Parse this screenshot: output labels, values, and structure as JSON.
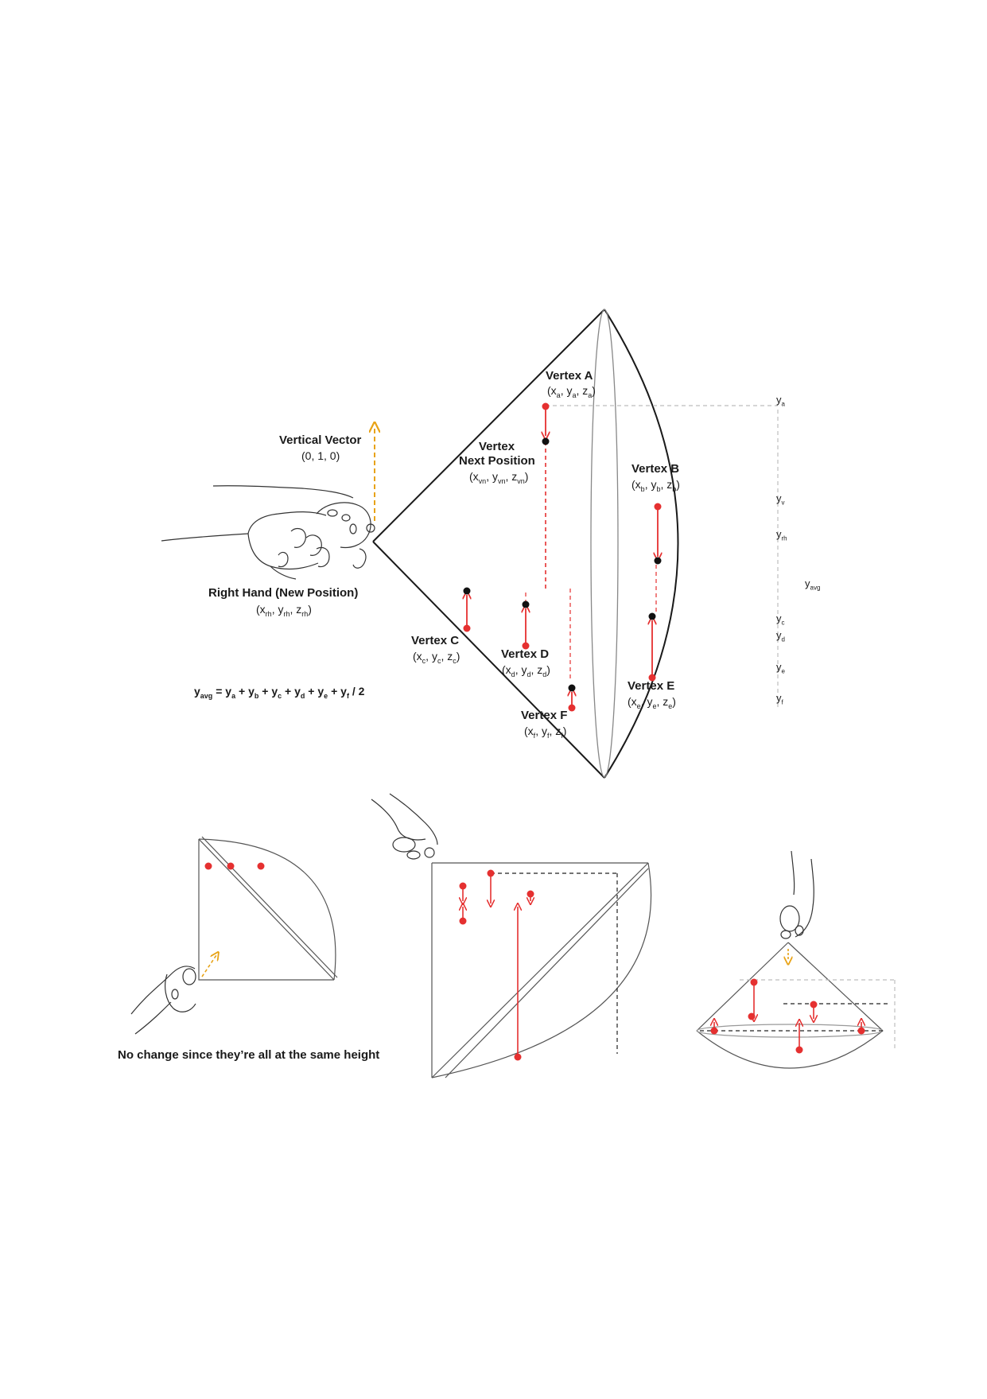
{
  "colors": {
    "accent_red": "#e53030",
    "vector_yellow": "#e8a317",
    "line": "#1a1a1a",
    "guide_gray": "#bdbdbd"
  },
  "icons": [
    "right-hand-controller-icon",
    "vertical-vector-arrow-icon"
  ],
  "vertical_vector": {
    "title": "Vertical Vector",
    "value": "(0, 1, 0)"
  },
  "right_hand": {
    "title": "Right Hand (New Position)",
    "coord": {
      "x": "x",
      "xs": "rh",
      "y": "y",
      "ys": "rh",
      "z": "z",
      "zs": "rh"
    }
  },
  "vertices": [
    {
      "id": "a",
      "title": "Vertex A",
      "coord": {
        "x": "x",
        "xs": "a",
        "y": "y",
        "ys": "a",
        "z": "z",
        "zs": "a"
      }
    },
    {
      "id": "vn",
      "title_line1": "Vertex",
      "title_line2": "Next Position",
      "coord": {
        "x": "x",
        "xs": "vn",
        "y": "y",
        "ys": "vn",
        "z": "z",
        "zs": "vn"
      }
    },
    {
      "id": "b",
      "title": "Vertex B",
      "coord": {
        "x": "x",
        "xs": "b",
        "y": "y",
        "ys": "b",
        "z": "z",
        "zs": "b"
      }
    },
    {
      "id": "c",
      "title": "Vertex C",
      "coord": {
        "x": "x",
        "xs": "c",
        "y": "y",
        "ys": "c",
        "z": "z",
        "zs": "c"
      }
    },
    {
      "id": "d",
      "title": "Vertex D",
      "coord": {
        "x": "x",
        "xs": "d",
        "y": "y",
        "ys": "d",
        "z": "z",
        "zs": "d"
      }
    },
    {
      "id": "e",
      "title": "Vertex E",
      "coord": {
        "x": "x",
        "xs": "e",
        "y": "y",
        "ys": "e",
        "z": "z",
        "zs": "e"
      }
    },
    {
      "id": "f",
      "title": "Vertex F",
      "coord": {
        "x": "x",
        "xs": "f",
        "y": "y",
        "ys": "f",
        "z": "z",
        "zs": "f"
      }
    }
  ],
  "y_axis": [
    {
      "base": "y",
      "sub": "a"
    },
    {
      "base": "y",
      "sub": "v"
    },
    {
      "base": "y",
      "sub": "rh"
    },
    {
      "base": "y",
      "sub": "avg"
    },
    {
      "base": "y",
      "sub": "c"
    },
    {
      "base": "y",
      "sub": "d"
    },
    {
      "base": "y",
      "sub": "e"
    },
    {
      "base": "y",
      "sub": "f"
    }
  ],
  "formula": {
    "lhs": "y",
    "lhs_sub": "avg",
    "eq": " = ",
    "terms": [
      {
        "base": "y",
        "sub": "a"
      },
      {
        "base": "y",
        "sub": "b"
      },
      {
        "base": "y",
        "sub": "c"
      },
      {
        "base": "y",
        "sub": "d"
      },
      {
        "base": "y",
        "sub": "e"
      },
      {
        "base": "y",
        "sub": "f"
      }
    ],
    "plus": " + ",
    "tail": " / 2"
  },
  "caption_no_change": "No change since they’re all at the same height"
}
